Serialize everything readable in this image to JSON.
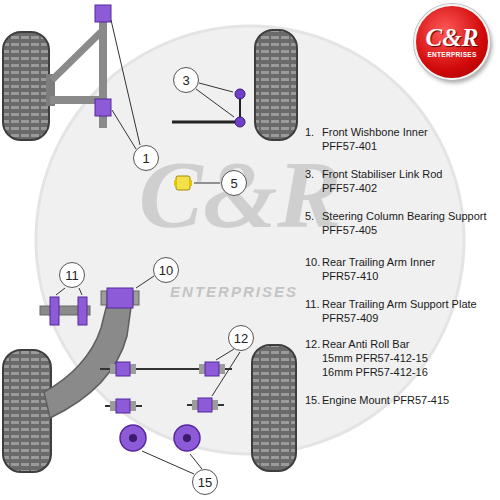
{
  "diagram": {
    "nodes": [
      {
        "text": [
          "C&R",
          "ENTERPRISES"
        ]
      },
      {
        "text": [
          "3"
        ]
      },
      {
        "text": [
          "1"
        ]
      },
      {
        "text": [
          "5"
        ]
      },
      {
        "text": [
          "11"
        ]
      },
      {
        "text": [
          "10"
        ]
      },
      {
        "text": [
          "12"
        ]
      },
      {
        "text": [
          "15"
        ]
      }
    ],
    "labels": [
      "C&R",
      "ENTERPRISES",
      "1.",
      "Front Wishbone Inner",
      "PFF57-401",
      "3.",
      "Front Stabiliser Link Rod",
      "PFF57-402",
      "5.",
      "Steering Column Bearing Support",
      "PFF57-405",
      "10.",
      "Rear Trailing Arm Inner",
      "PFR57-410",
      "11.",
      "Rear Trailing Arm Support Plate",
      "PFR57-409",
      "12.",
      "Rear Anti Roll Bar",
      "15mm PFR57-412-15",
      "16mm PFR57-412-16",
      "15.",
      "Engine Mount PFR57-415"
    ]
  }
}
